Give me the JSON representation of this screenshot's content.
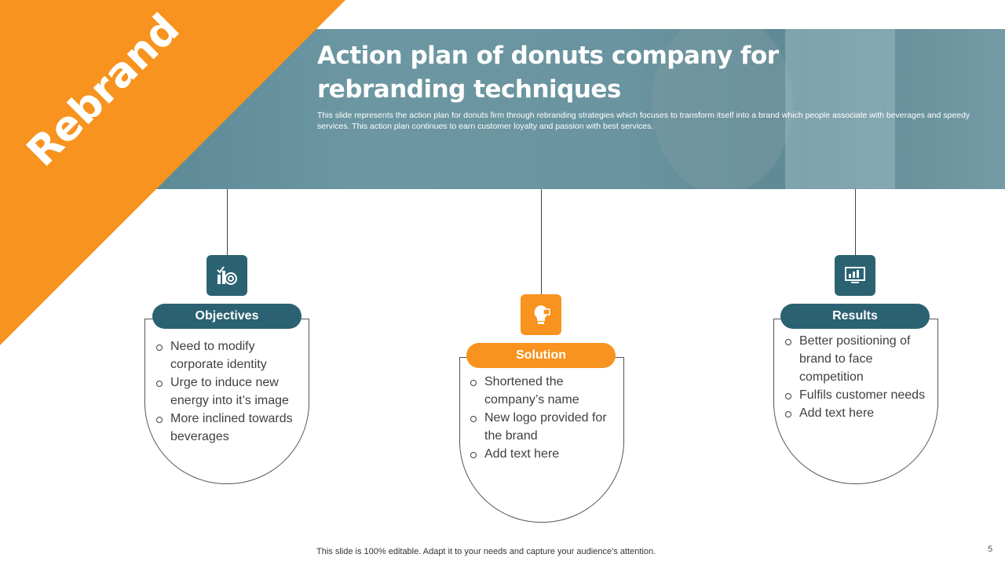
{
  "header": {
    "title": "Action plan of donuts company for rebranding techniques",
    "subtitle": "This slide represents the action plan for donuts firm through rebranding strategies which focuses to transform itself into a brand which people associate with beverages and speedy services. This action plan continues to earn customer loyalty and passion with best services."
  },
  "banner": {
    "label": "Rebrand"
  },
  "cards": {
    "objectives": {
      "heading": "Objectives",
      "icon": "target-chart-icon",
      "items": [
        "Need to modify corporate identity",
        "Urge to induce new energy into it’s image",
        "More inclined towards beverages"
      ]
    },
    "solution": {
      "heading": "Solution",
      "icon": "lightbulb-puzzle-icon",
      "items": [
        "Shortened the company’s name",
        "New logo provided for the brand",
        "Add text here"
      ]
    },
    "results": {
      "heading": "Results",
      "icon": "presentation-chart-icon",
      "items": [
        "Better positioning of brand to face competition",
        "Fulfils customer needs",
        "Add text here"
      ]
    }
  },
  "colors": {
    "teal": "#2b6272",
    "orange": "#f7931e"
  },
  "footer": {
    "note": "This slide is 100% editable. Adapt it to your needs and capture your audience’s attention.",
    "page": "5"
  }
}
